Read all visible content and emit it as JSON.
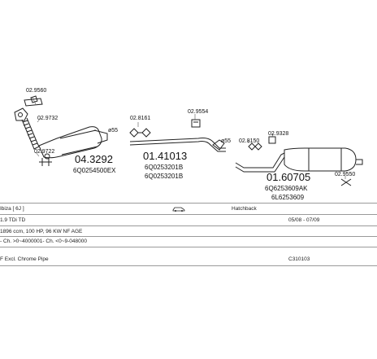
{
  "diagram": {
    "part_numbers": [
      {
        "id": "p1",
        "text": "04.3292"
      },
      {
        "id": "p2",
        "text": "01.41013"
      },
      {
        "id": "p3",
        "text": "01.60705"
      }
    ],
    "oe_numbers": [
      {
        "id": "o1",
        "text": "6Q0254500EX"
      },
      {
        "id": "o2",
        "text": "6Q0253201B"
      },
      {
        "id": "o3",
        "text": "6Q0253201B"
      },
      {
        "id": "o4",
        "text": "6Q6253609AK"
      },
      {
        "id": "o5",
        "text": "6L6253609"
      }
    ],
    "small_labels": [
      {
        "id": "s1",
        "text": "02.9560"
      },
      {
        "id": "s2",
        "text": "02.9732"
      },
      {
        "id": "s3",
        "text": "02.9722"
      },
      {
        "id": "s4",
        "text": "ø55"
      },
      {
        "id": "s5",
        "text": "02.8161"
      },
      {
        "id": "s6",
        "text": "02.9554"
      },
      {
        "id": "s7",
        "text": "ø55"
      },
      {
        "id": "s8",
        "text": "02.8150"
      },
      {
        "id": "s9",
        "text": "02.9328"
      },
      {
        "id": "s10",
        "text": "02.9550"
      }
    ]
  },
  "info": {
    "model": "Ibiza [ 6J ]",
    "body_type": "Hatchback",
    "engine": "1.9 TDi TD",
    "date_range": "05/08 - 07/09",
    "spec": "1896 ccm, 100 HP, 96 KW NF AGE",
    "chassis": "- Ch. >0~4000001- Ch. <0~9-048000",
    "note": "F Excl. Chrome Pipe",
    "code": "C310103"
  }
}
